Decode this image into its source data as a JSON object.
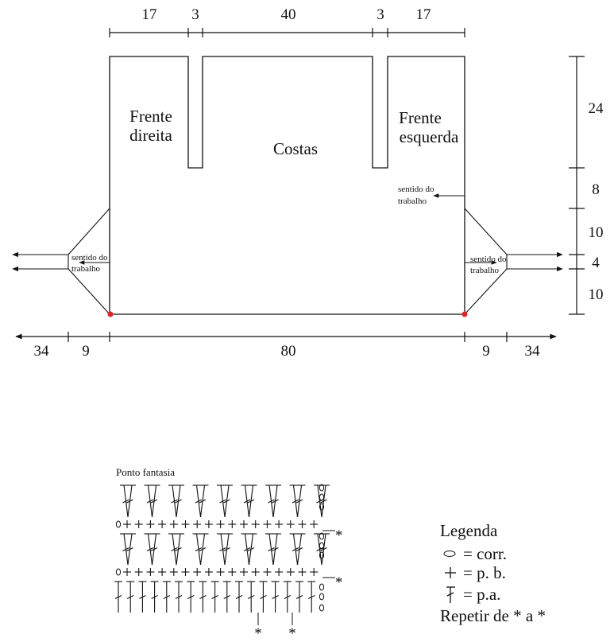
{
  "top_dimensions": [
    "17",
    "3",
    "40",
    "3",
    "17"
  ],
  "right_dimensions": [
    "24",
    "8",
    "10",
    "4",
    "10"
  ],
  "bottom_dimensions": [
    "34",
    "9",
    "80",
    "9",
    "34"
  ],
  "parts": {
    "front_right": [
      "Frente",
      "direita"
    ],
    "back": "Costas",
    "front_left": [
      "Frente",
      "esquerda"
    ]
  },
  "work_direction_label": [
    "sentido do",
    "trabalho"
  ],
  "stitch_chart": {
    "title": "Ponto fantasia",
    "repeat_mark": "*"
  },
  "legend": {
    "title": "Legenda",
    "items": [
      {
        "symbol": "chain-oval-icon",
        "text": "= corr."
      },
      {
        "symbol": "single-crochet-plus-icon",
        "text": "= p. b."
      },
      {
        "symbol": "double-crochet-icon",
        "text": "= p.a."
      }
    ],
    "repeat_note": "Repetir de * a *"
  },
  "colors": {
    "line": "#111111",
    "marker": "#e0242b"
  }
}
